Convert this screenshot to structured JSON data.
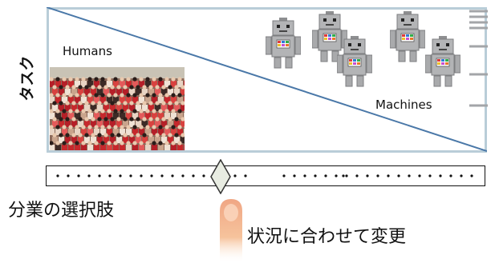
{
  "axis": {
    "vertical_label": "タスク"
  },
  "left_label": "Humans",
  "right_label": "Machines",
  "slider_caption": "分業の選択肢",
  "pointer_caption": "状況に合わせて変更",
  "colors": {
    "frame": "#b9cdd8",
    "diagonal": "#4a78a8",
    "slider_border": "#111111",
    "knob": "#e8ece2",
    "robot_body": "#a9aaac",
    "finger": "#f4b48a",
    "crowd_red": "#c6282c"
  },
  "icons": [
    "crowd-photo",
    "robot-icon",
    "finger-icon",
    "tick-marks"
  ]
}
